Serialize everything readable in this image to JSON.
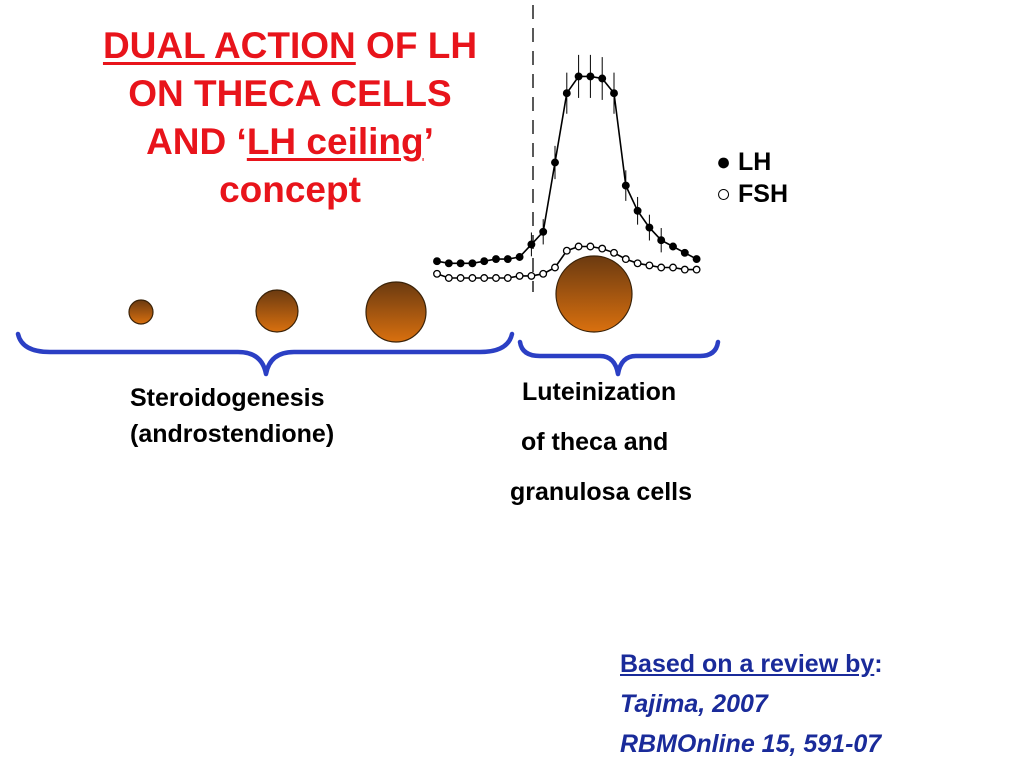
{
  "title": {
    "part1_underlined": "DUAL ACTION",
    "part1_rest": " OF LH",
    "line2": "ON THECA CELLS",
    "line3_pre": "AND ‘",
    "line3_underlined": "LH ceiling",
    "line3_post": "’",
    "line4": "concept"
  },
  "legend": {
    "lh_symbol": "●",
    "lh_label": "LH",
    "fsh_symbol": "○",
    "fsh_label": "FSH"
  },
  "labels": {
    "steroidogenesis_line1": "Steroidogenesis",
    "steroidogenesis_line2": "(androstendione)",
    "luteinization_line1": "Luteinization",
    "luteinization_line2": "of theca and",
    "luteinization_line3": "granulosa cells"
  },
  "citation": {
    "heading": "Based on a review by",
    "colon": ":",
    "author": "Tajima, 2007",
    "journal": "RBMOnline 15, 591-07"
  },
  "colors": {
    "title": "#e8141b",
    "brace": "#2b3fc4",
    "citation": "#1a2b9a",
    "follicle_top": "#6b3a10",
    "follicle_bottom": "#d9700f"
  },
  "chart_data": {
    "type": "line",
    "series": [
      {
        "name": "LH",
        "marker": "filled",
        "values": [
          0.08,
          0.07,
          0.07,
          0.07,
          0.08,
          0.09,
          0.09,
          0.1,
          0.16,
          0.22,
          0.55,
          0.88,
          0.96,
          0.96,
          0.95,
          0.88,
          0.44,
          0.32,
          0.24,
          0.18,
          0.15,
          0.12,
          0.09
        ]
      },
      {
        "name": "FSH",
        "marker": "open",
        "values": [
          0.02,
          0.0,
          0.0,
          0.0,
          0.0,
          0.0,
          0.0,
          0.01,
          0.01,
          0.02,
          0.05,
          0.13,
          0.15,
          0.15,
          0.14,
          0.12,
          0.09,
          0.07,
          0.06,
          0.05,
          0.05,
          0.04,
          0.04
        ]
      }
    ],
    "grid": false,
    "legend": "right"
  }
}
